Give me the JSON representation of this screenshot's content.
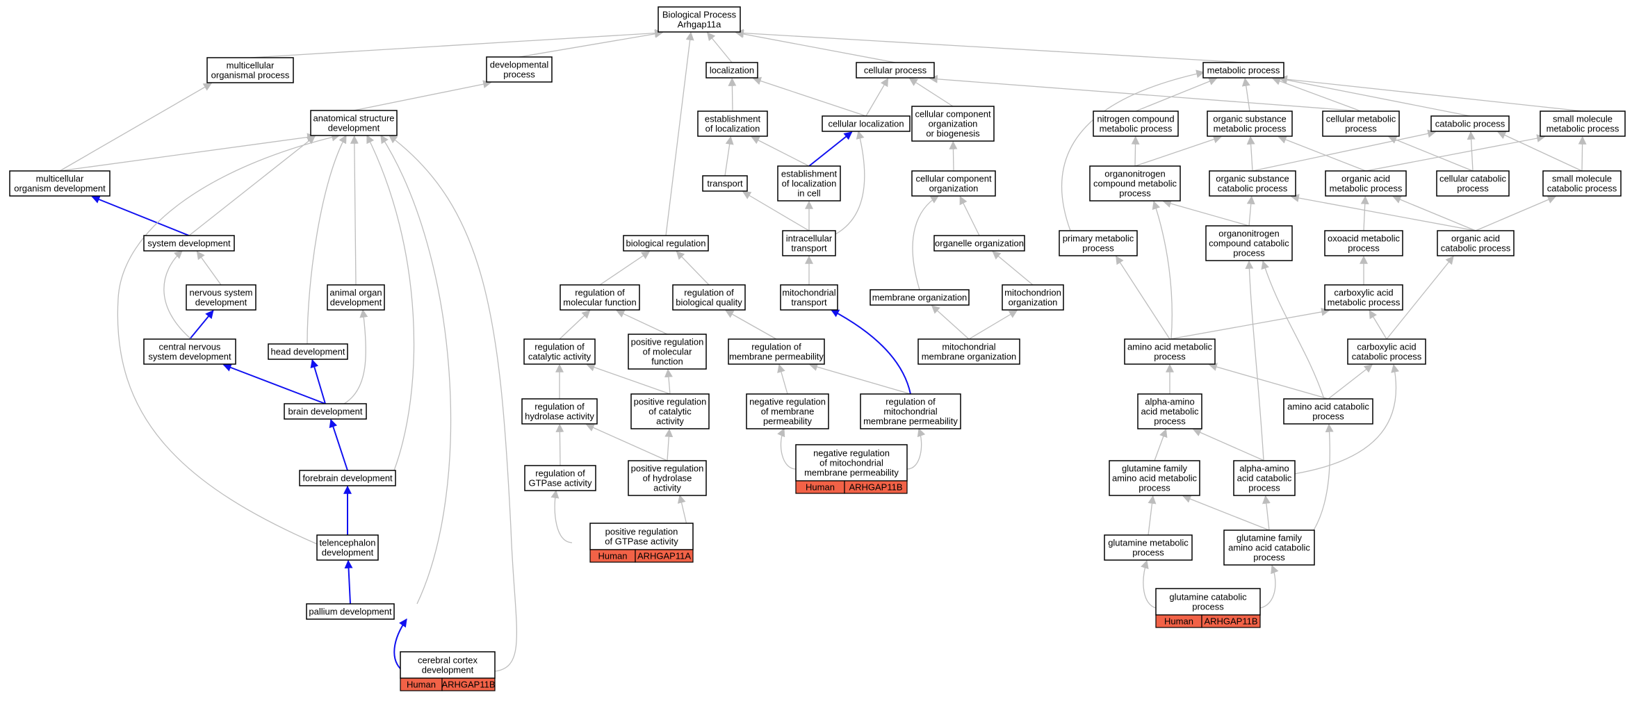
{
  "colors": {
    "edge_gray": "#bdbdbd",
    "edge_blue": "#1010f0",
    "species_tag": "#f26247"
  },
  "nodes": {
    "root": [
      "Biological Process",
      "Arhgap11a"
    ],
    "mop": [
      "multicellular",
      "organismal process"
    ],
    "dev": [
      "developmental",
      "process"
    ],
    "loc": [
      "localization"
    ],
    "cp": [
      "cellular process"
    ],
    "met": [
      "metabolic process"
    ],
    "asd": [
      "anatomical structure",
      "development"
    ],
    "eol": [
      "establishment",
      "of localization"
    ],
    "cl": [
      "cellular localization"
    ],
    "ccob": [
      "cellular component",
      "organization",
      "or biogenesis"
    ],
    "ncmp": [
      "nitrogen compound",
      "metabolic process"
    ],
    "osmp": [
      "organic substance",
      "metabolic process"
    ],
    "cmp": [
      "cellular metabolic",
      "process"
    ],
    "cat": [
      "catabolic process"
    ],
    "smmp": [
      "small molecule",
      "metabolic process"
    ],
    "mod": [
      "multicellular",
      "organism development"
    ],
    "tra": [
      "transport"
    ],
    "elc": [
      "establishment",
      "of localization",
      "in cell"
    ],
    "cco": [
      "cellular component",
      "organization"
    ],
    "oncmp": [
      "organonitrogen",
      "compound metabolic",
      "process"
    ],
    "oscp": [
      "organic substance",
      "catabolic process"
    ],
    "oamp": [
      "organic acid",
      "metabolic process"
    ],
    "ccp": [
      "cellular catabolic",
      "process"
    ],
    "smcp": [
      "small molecule",
      "catabolic process"
    ],
    "sysd": [
      "system development"
    ],
    "br": [
      "biological regulation"
    ],
    "it": [
      "intracellular",
      "transport"
    ],
    "oo": [
      "organelle organization"
    ],
    "pmp": [
      "primary metabolic",
      "process"
    ],
    "onccp": [
      "organonitrogen",
      "compound catabolic",
      "process"
    ],
    "oxmp": [
      "oxoacid metabolic",
      "process"
    ],
    "oacp": [
      "organic acid",
      "catabolic process"
    ],
    "nsd": [
      "nervous system",
      "development"
    ],
    "aod": [
      "animal organ",
      "development"
    ],
    "rmf": [
      "regulation of",
      "molecular function"
    ],
    "rbq": [
      "regulation of",
      "biological quality"
    ],
    "mt": [
      "mitochondrial",
      "transport"
    ],
    "mo": [
      "membrane organization"
    ],
    "mito": [
      "mitochondrion",
      "organization"
    ],
    "camp": [
      "carboxylic acid",
      "metabolic process"
    ],
    "cnsd": [
      "central nervous",
      "system development"
    ],
    "hd": [
      "head development"
    ],
    "rca": [
      "regulation of",
      "catalytic activity"
    ],
    "prmf": [
      "positive regulation",
      "of molecular",
      "function"
    ],
    "rmp": [
      "regulation of",
      "membrane permeability"
    ],
    "mmo": [
      "mitochondrial",
      "membrane organization"
    ],
    "aamp": [
      "amino acid metabolic",
      "process"
    ],
    "cacp": [
      "carboxylic acid",
      "catabolic process"
    ],
    "bd": [
      "brain development"
    ],
    "rha": [
      "regulation of",
      "hydrolase activity"
    ],
    "prca": [
      "positive regulation",
      "of catalytic",
      "activity"
    ],
    "nrmp": [
      "negative regulation",
      "of membrane",
      "permeability"
    ],
    "rmmp": [
      "regulation of",
      "mitochondrial",
      "membrane permeability"
    ],
    "aaamp": [
      "alpha-amino",
      "acid metabolic",
      "process"
    ],
    "aacp": [
      "amino acid catabolic",
      "process"
    ],
    "fd": [
      "forebrain development"
    ],
    "rga": [
      "regulation of",
      "GTPase activity"
    ],
    "prha": [
      "positive regulation",
      "of hydrolase",
      "activity"
    ],
    "gfaamp": [
      "glutamine family",
      "amino acid metabolic",
      "process"
    ],
    "aaacp": [
      "alpha-amino",
      "acid catabolic",
      "process"
    ],
    "td": [
      "telencephalon",
      "development"
    ],
    "gmp": [
      "glutamine metabolic",
      "process"
    ],
    "gfaacp": [
      "glutamine family",
      "amino acid catabolic",
      "process"
    ],
    "pd": [
      "pallium development"
    ]
  },
  "annotated": {
    "ccd": {
      "label": [
        "cerebral cortex",
        "development"
      ],
      "species": "Human",
      "gene": "ARHGAP11B"
    },
    "prga": {
      "label": [
        "positive regulation",
        "of GTPase activity"
      ],
      "species": "Human",
      "gene": "ARHGAP11A"
    },
    "nrmmp": {
      "label": [
        "negative regulation",
        "of mitochondrial",
        "membrane permeability"
      ],
      "species": "Human",
      "gene": "ARHGAP11B"
    },
    "gcp": {
      "label": [
        "glutamine catabolic",
        "process"
      ],
      "species": "Human",
      "gene": "ARHGAP11B"
    }
  }
}
